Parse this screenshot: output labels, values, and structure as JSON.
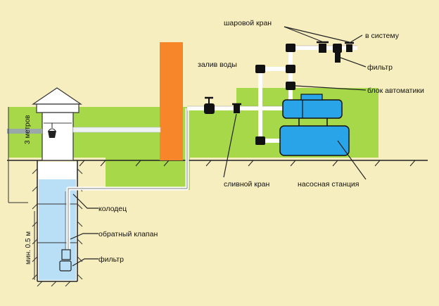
{
  "labels": {
    "ball_valve": "шаровой кран",
    "to_system": "в систему",
    "filter_top": "фильтр",
    "water_fill": "залив воды",
    "automation_unit": "блок автоматики",
    "drain_valve": "сливной кран",
    "pump_station": "насосная станция",
    "well": "колодец",
    "check_valve": "обратный клапан",
    "filter_bottom": "фильтр",
    "depth_3m": "3 метров",
    "min_05m": "мин. 0.5 м"
  },
  "colors": {
    "background": "#f7eec0",
    "green_area": "#a6d84a",
    "chimney_orange": "#f7862b",
    "tank_blue": "#2aa4e8",
    "water_light": "#b8dff5",
    "pipe_white": "#ffffff",
    "fitting_black": "#111111"
  },
  "icons": {
    "bucket": "bucket-icon"
  }
}
